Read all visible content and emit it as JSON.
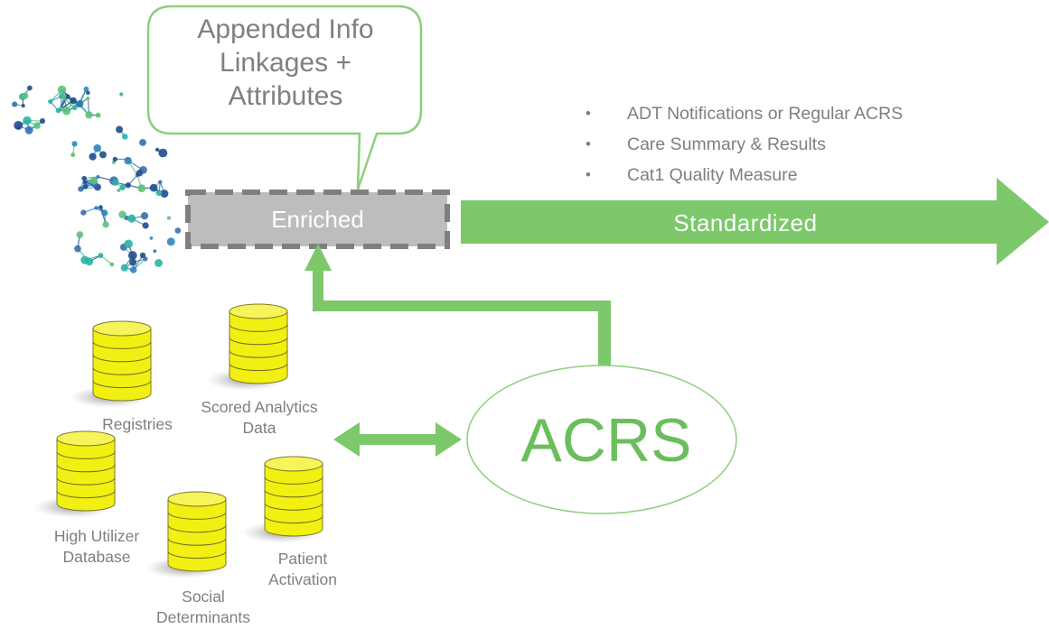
{
  "callout": {
    "lines": [
      "Appended Info",
      "Linkages +",
      "Attributes"
    ]
  },
  "bullets": [
    "ADT Notifications or Regular ACRS",
    "Care Summary & Results",
    "Cat1 Quality Measure"
  ],
  "enriched_box": {
    "label": "Enriched"
  },
  "standardized_arrow": {
    "label": "Standardized"
  },
  "acrs_node": {
    "label": "ACRS"
  },
  "databases": [
    {
      "id": "registries",
      "lines": [
        "Registries"
      ]
    },
    {
      "id": "scored-analytics",
      "lines": [
        "Scored Analytics",
        "Data"
      ]
    },
    {
      "id": "high-utilizer",
      "lines": [
        "High Utilizer",
        "Database"
      ]
    },
    {
      "id": "social-determinants",
      "lines": [
        "Social",
        "Determinants"
      ]
    },
    {
      "id": "patient-activation",
      "lines": [
        "Patient",
        "Activation"
      ]
    }
  ],
  "colors": {
    "green_fill": "#7cc86b",
    "green_stroke": "#8fce7e",
    "enriched_fill": "#bdbdbd",
    "enriched_border": "#7f7f7f",
    "db_fill": "#f2ef12",
    "db_shadow": "#9a9a9a",
    "text_gray": "#7f7f7f",
    "map_colors": [
      "#1f4e8c",
      "#2e86c1",
      "#2bb3a3",
      "#5bc27a",
      "#3a6fb0"
    ]
  },
  "icons": {
    "map": "michigan-network-map-icon",
    "database": "database-cylinder-icon"
  }
}
